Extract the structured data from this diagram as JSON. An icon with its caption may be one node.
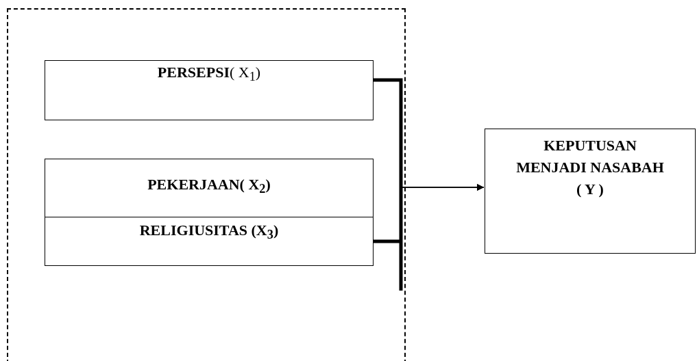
{
  "diagram": {
    "nodes": [
      {
        "text": [],
        "shape": "box"
      },
      {
        "text": [
          "**PERSEPSI**( X$_{1}$)"
        ],
        "in": 0
      },
      {
        "text": [
          "PEKERJAAN( X$_{2}$)"
        ],
        "in": 0
      },
      {
        "text": [
          "RELIGIUSITAS (X$_{3}$)"
        ],
        "in": 0
      },
      {
        "text": [
          "KEPUTUSAN MENJADI NASABAH ( Y )"
        ]
      }
    ],
    "edges": [
      {
        "from": 1,
        "to": 4,
        "arrow": "to"
      },
      {
        "from": 3,
        "to": 4,
        "arrow": "to"
      }
    ]
  }
}
